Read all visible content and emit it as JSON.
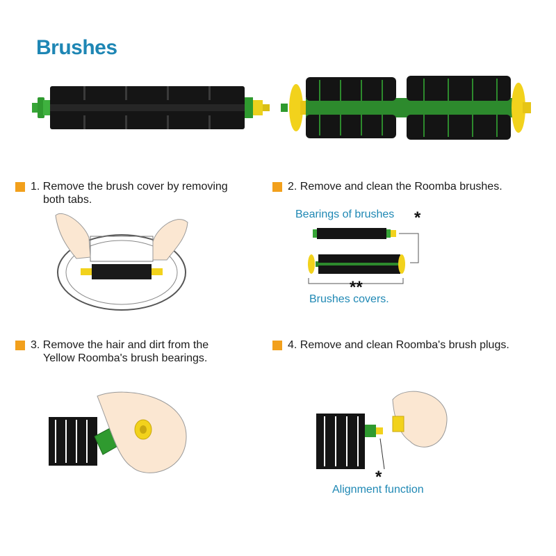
{
  "title": "Brushes",
  "steps": [
    {
      "number": "1.",
      "text_line1": "Remove the brush cover by removing",
      "text_line2": "both tabs."
    },
    {
      "number": "2.",
      "text_line1": "Remove and clean the Roomba brushes."
    },
    {
      "number": "3.",
      "text_line1": "Remove the hair and dirt from the",
      "text_line2": "Yellow Roomba's brush bearings."
    },
    {
      "number": "4.",
      "text_line1": "Remove and clean Roomba's brush plugs."
    }
  ],
  "diagram": {
    "bearings_label": "Bearings of brushes",
    "covers_label": "Brushes covers.",
    "single_star": "*",
    "double_star": "**"
  },
  "step4": {
    "alignment_label": "Alignment function",
    "star": "*"
  },
  "colors": {
    "title": "#1e86b4",
    "bullet": "#f2a01c",
    "label_blue": "#1f88b4",
    "bristle": "#111111",
    "core_green": "#2d8a2d",
    "bearing_yellow": "#f3d21b",
    "cap_green": "#37a537"
  }
}
